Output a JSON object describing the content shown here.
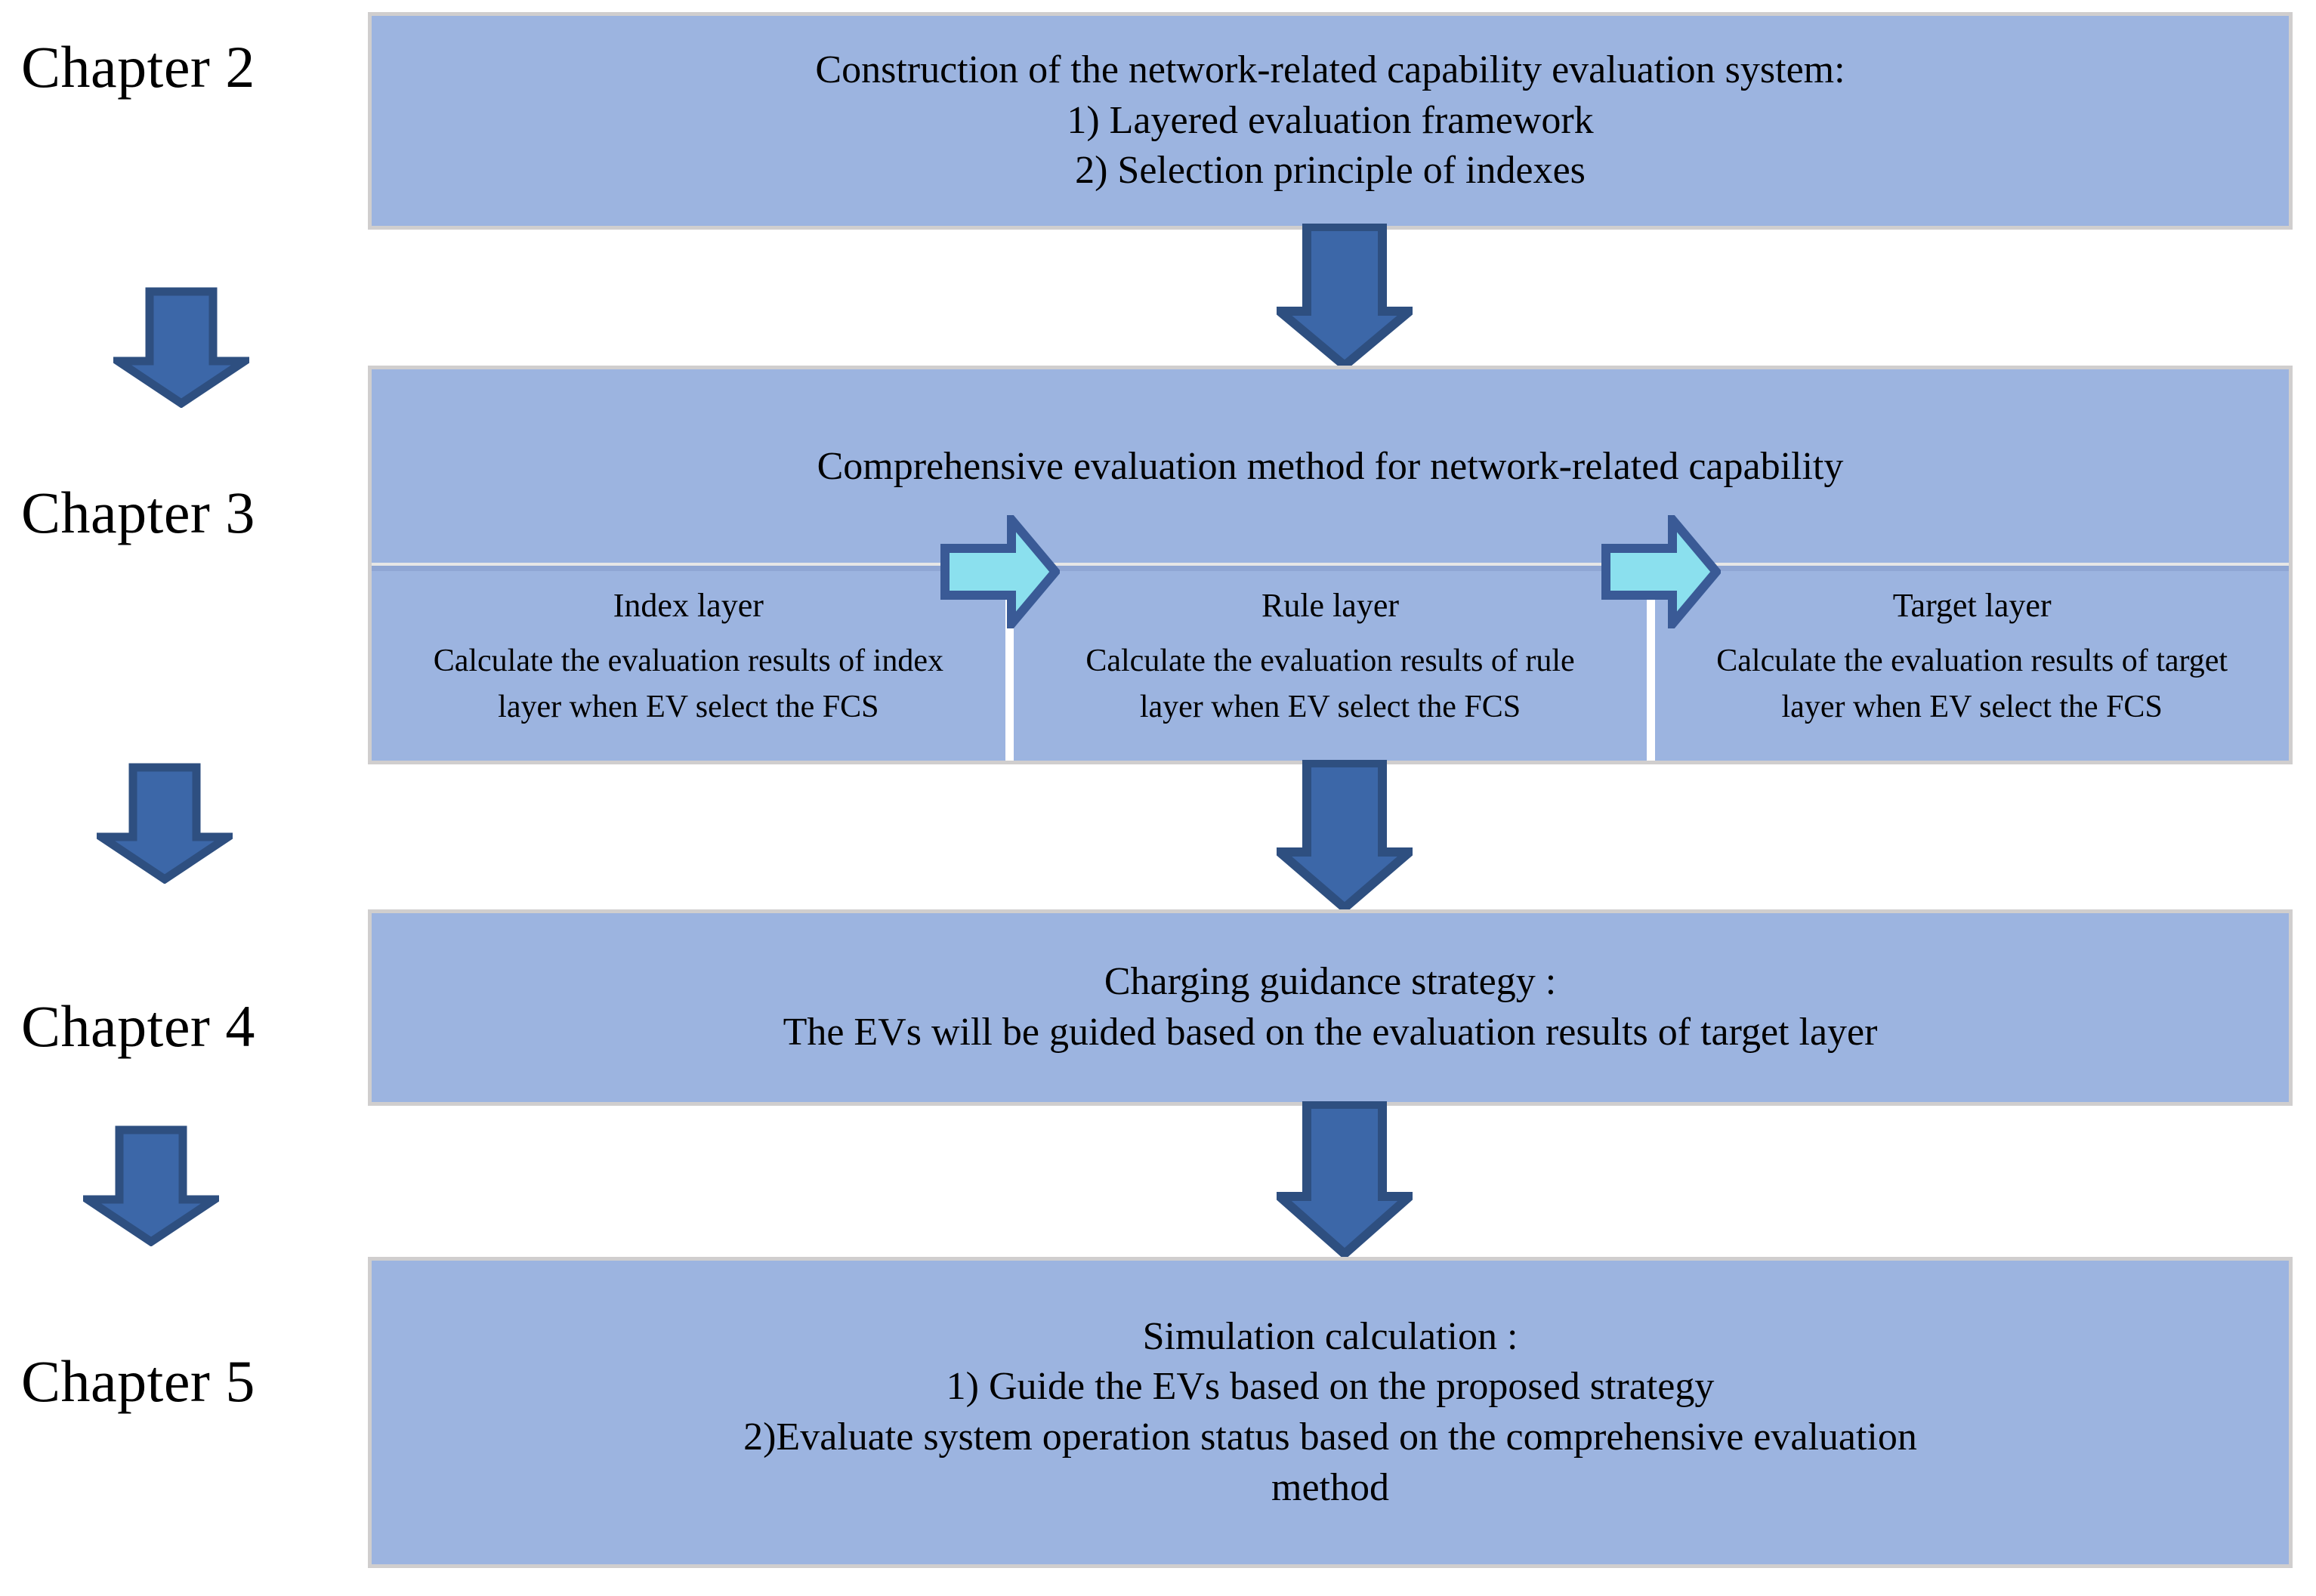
{
  "palette": {
    "box_fill": "#9CB4E0",
    "box_border": "#D0CECE",
    "down_arrow_fill": "#3C67A8",
    "down_arrow_stroke": "#2E4F80",
    "right_arrow_fill": "#8BE0EE",
    "right_arrow_stroke": "#3A5A96",
    "divider": "#8FA6D4",
    "text": "#000000",
    "background": "#FFFFFF"
  },
  "chapters": [
    {
      "label": "Chapter 2"
    },
    {
      "label": "Chapter 3"
    },
    {
      "label": "Chapter 4"
    },
    {
      "label": "Chapter 5"
    }
  ],
  "boxes": {
    "chapter2": {
      "lines": [
        "Construction of the network-related capability evaluation system:",
        "1) Layered evaluation framework",
        "2) Selection principle of indexes"
      ]
    },
    "chapter3": {
      "title": "Comprehensive evaluation method for network-related capability",
      "columns": [
        {
          "title": "Index layer",
          "description": "Calculate the evaluation results of index layer  when EV select the FCS"
        },
        {
          "title": "Rule layer",
          "description": "Calculate the evaluation results of rule layer  when EV select the FCS"
        },
        {
          "title": "Target layer",
          "description": "Calculate the evaluation results of target layer  when EV select the FCS"
        }
      ]
    },
    "chapter4": {
      "lines": [
        "Charging guidance strategy :",
        "The EVs   will be guided based on the  evaluation results of target layer"
      ]
    },
    "chapter5": {
      "lines": [
        "Simulation calculation :",
        "1) Guide the EVs based on the proposed strategy",
        "2)Evaluate system operation status based on the comprehensive evaluation",
        "method"
      ]
    }
  },
  "arrows": {
    "rail_down_arrows": 3,
    "flow_down_arrows": 3,
    "layer_right_arrows": 2
  }
}
